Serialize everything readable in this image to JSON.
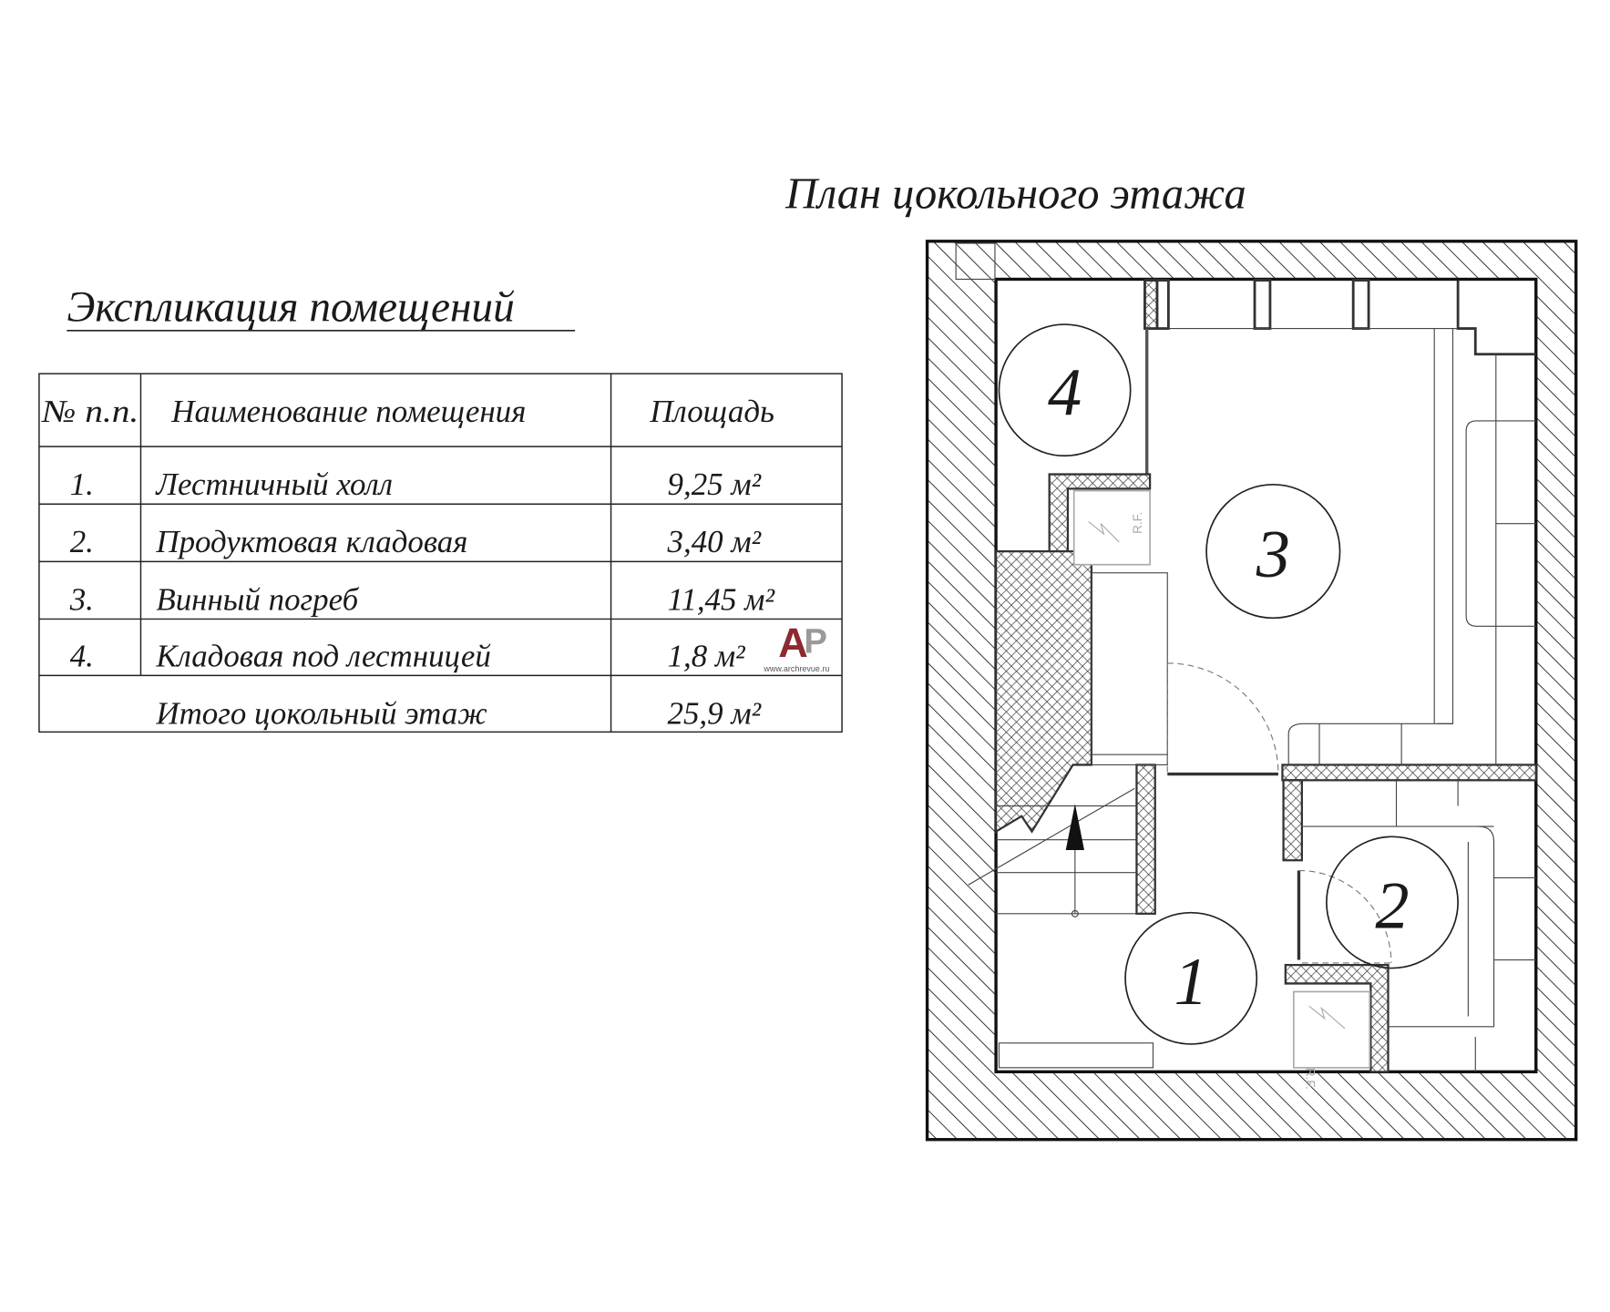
{
  "plan_title": "План  цокольного этажа",
  "explication": {
    "title": "Экспликация помещений",
    "headers": [
      "№ п.п.",
      "Наименование помещения",
      "Площадь"
    ],
    "rows": [
      {
        "num": "1.",
        "name": "Лестничный холл",
        "area": "9,25 м²"
      },
      {
        "num": "2.",
        "name": "Продуктовая кладовая",
        "area": "3,40 м²"
      },
      {
        "num": "3.",
        "name": "Винный погреб",
        "area": "11,45 м²"
      },
      {
        "num": "4.",
        "name": "Кладовая под лестницей",
        "area": "1,8 м²"
      }
    ],
    "total": {
      "name": "Итого цокольный этаж",
      "area": "25,9 м²"
    }
  },
  "rooms": [
    {
      "label": "1"
    },
    {
      "label": "2"
    },
    {
      "label": "3"
    },
    {
      "label": "4"
    }
  ],
  "fridge_label": "R.F.",
  "watermark": {
    "logo_a": "A",
    "logo_p": "P",
    "url": "www.archrevue.ru",
    "color_a": "#8b2a2f",
    "color_p": "#9a9a9a"
  }
}
